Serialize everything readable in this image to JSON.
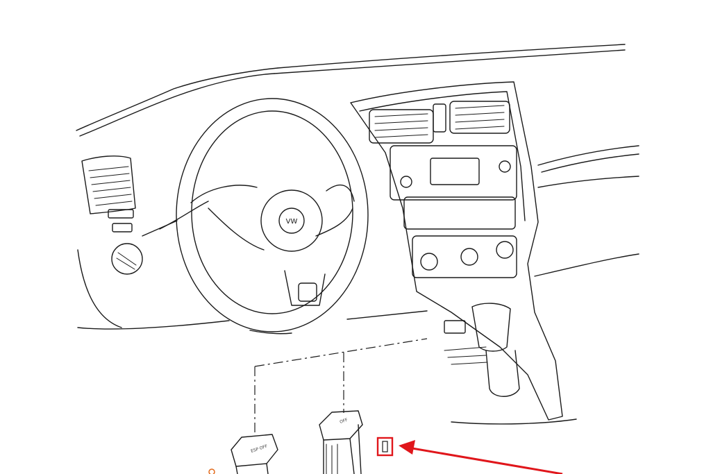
{
  "diagram": {
    "subject": "dashboard-interior-line-drawing",
    "emblem_text": "VW",
    "switch_labels": [
      "ESP OFF",
      "OFF"
    ],
    "highlight_color": "#e0161b",
    "line_color": "#1a1a1a"
  }
}
